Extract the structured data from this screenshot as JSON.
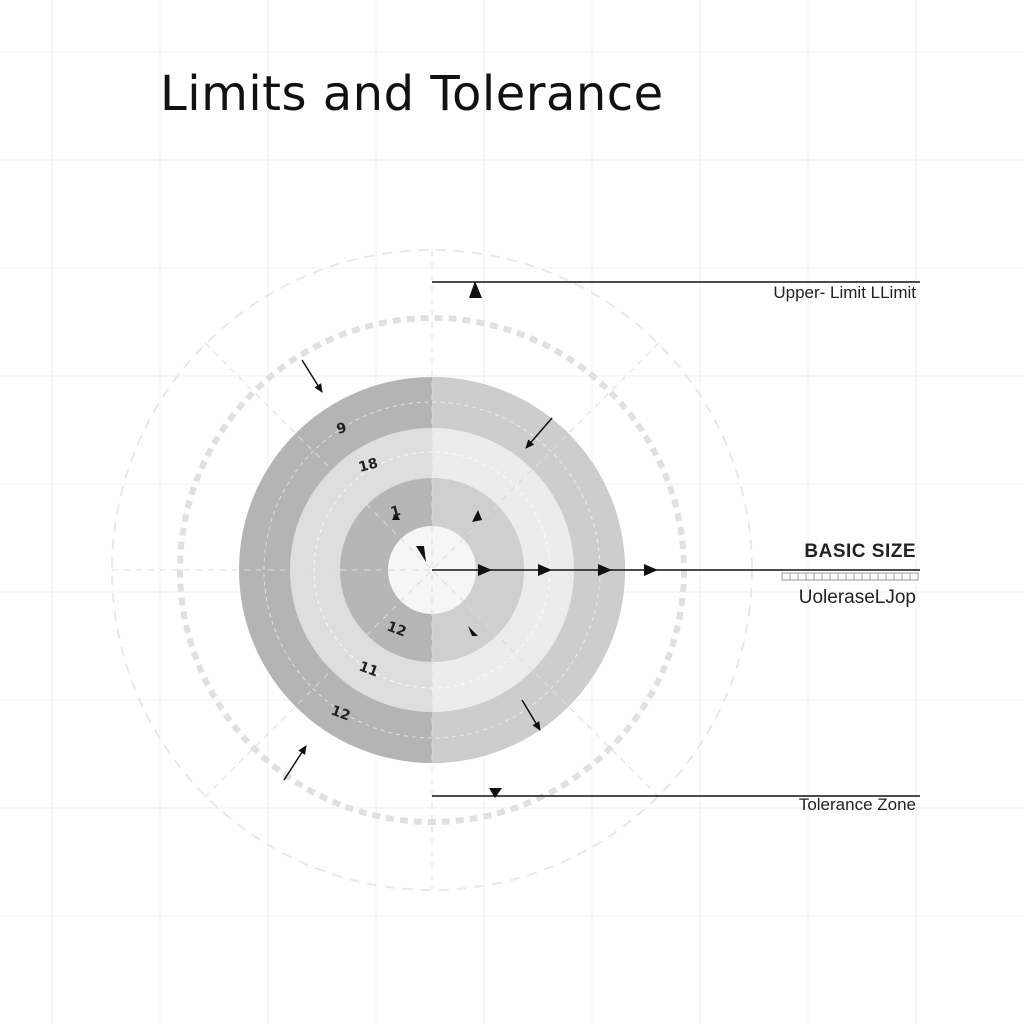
{
  "diagram": {
    "title": "Limits and Tolerance",
    "labels": {
      "upper_limit": "Upper- Limit LLimit",
      "basic_size": "BASIC SIZE",
      "basic_size_sub": "UoleraseLJop",
      "tolerance_zone": "Tolerance Zone"
    },
    "ring_marks": [
      "9",
      "18",
      "1",
      "12",
      "11",
      "12"
    ],
    "colors": {
      "ring_dark": "#b4b4b4",
      "ring_light": "#d9d9d9",
      "ring_pale": "#f4f4f4",
      "line": "#111111",
      "grid": "#eeeeee"
    }
  }
}
